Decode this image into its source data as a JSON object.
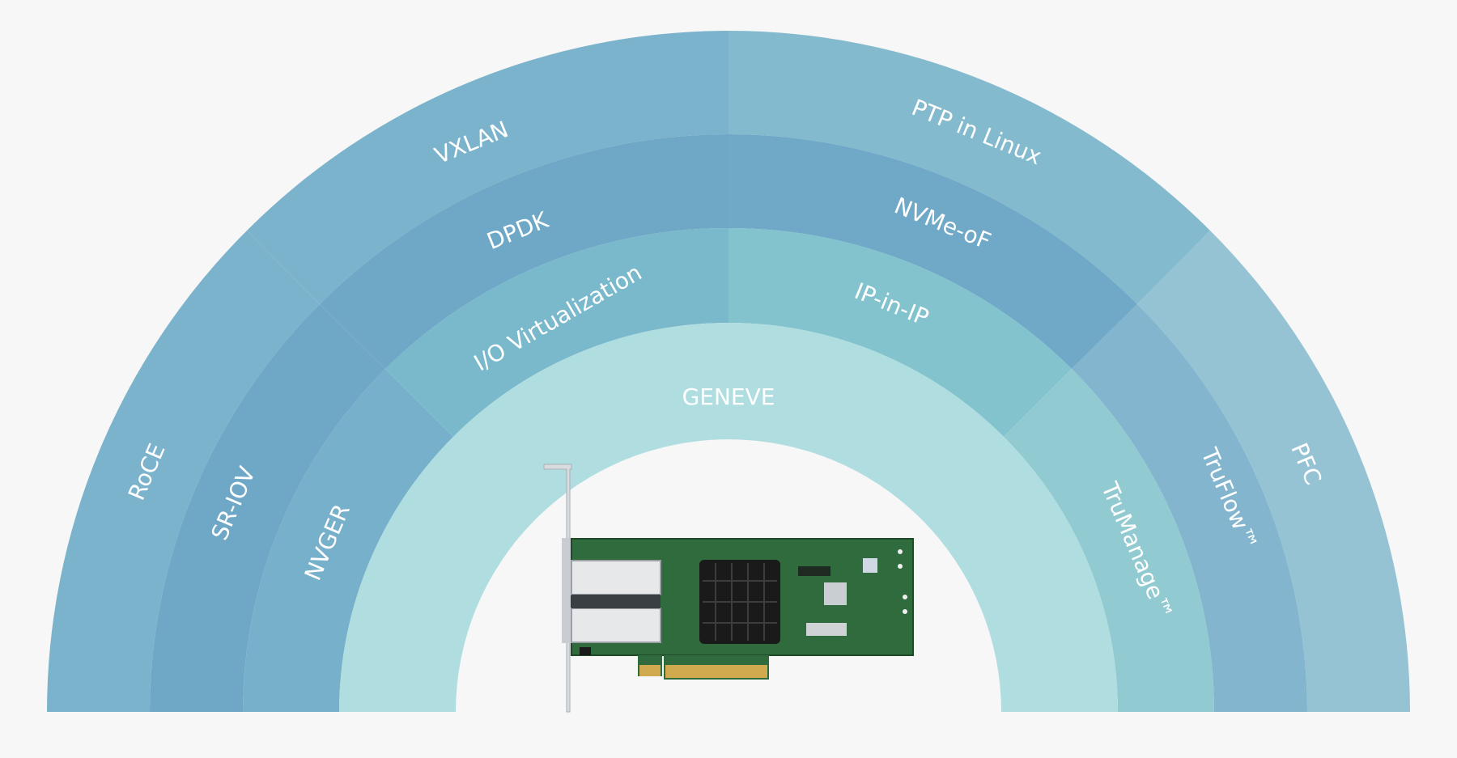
{
  "colors": {
    "background": "#f7f7f7",
    "ring_outer": "#7bb3cc",
    "ring_outer_right": "#84bace",
    "ring_outer_far_right": "#96c3d4",
    "ring_second": "#70a9c6",
    "ring_third": "#7ab8cb",
    "ring_third_right": "#83c3cd",
    "ring_inner": "#b0dee0",
    "label": "#ffffff",
    "pcb_green": "#2f6b3c",
    "heatsink": "#1a1a1a",
    "gold_contacts": "#d1a94e",
    "bracket": "#d9dcdf"
  },
  "segments": {
    "outer": [
      "RoCE",
      "VXLAN",
      "PTP in Linux",
      "PFC"
    ],
    "second": [
      "SR-IOV",
      "DPDK",
      "NVMe-oF",
      "TruFlow™"
    ],
    "third": [
      "NVGER",
      "I/O Virtualization",
      "IP-in-IP",
      "TruManage™"
    ],
    "inner": [
      "GENEVE"
    ]
  },
  "center_image": {
    "icon": "network-adapter-card-image"
  }
}
